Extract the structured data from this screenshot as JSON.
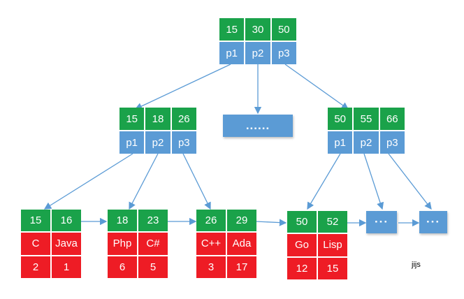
{
  "root": {
    "keys": [
      "15",
      "30",
      "50"
    ],
    "pointers": [
      "p1",
      "p2",
      "p3"
    ]
  },
  "internal_left": {
    "keys": [
      "15",
      "18",
      "26"
    ],
    "pointers": [
      "p1",
      "p2",
      "p3"
    ]
  },
  "internal_middle": {
    "label": "......"
  },
  "internal_right": {
    "keys": [
      "50",
      "55",
      "66"
    ],
    "pointers": [
      "p1",
      "p2",
      "p3"
    ]
  },
  "leaves": [
    {
      "keys": [
        "15",
        "16"
      ],
      "data": [
        "C",
        "Java"
      ],
      "values": [
        "2",
        "1"
      ]
    },
    {
      "keys": [
        "18",
        "23"
      ],
      "data": [
        "Php",
        "C#"
      ],
      "values": [
        "6",
        "5"
      ]
    },
    {
      "keys": [
        "26",
        "29"
      ],
      "data": [
        "C++",
        "Ada"
      ],
      "values": [
        "3",
        "17"
      ]
    },
    {
      "keys": [
        "50",
        "52"
      ],
      "data": [
        "Go",
        "Lisp"
      ],
      "values": [
        "12",
        "15"
      ]
    }
  ],
  "leaf_placeholders": [
    "···",
    "···"
  ],
  "signature": "jijs",
  "colors": {
    "key": "#1aa24a",
    "pointer": "#5b9bd5",
    "data": "#ee1c25",
    "arrow": "#5b9bd5"
  }
}
